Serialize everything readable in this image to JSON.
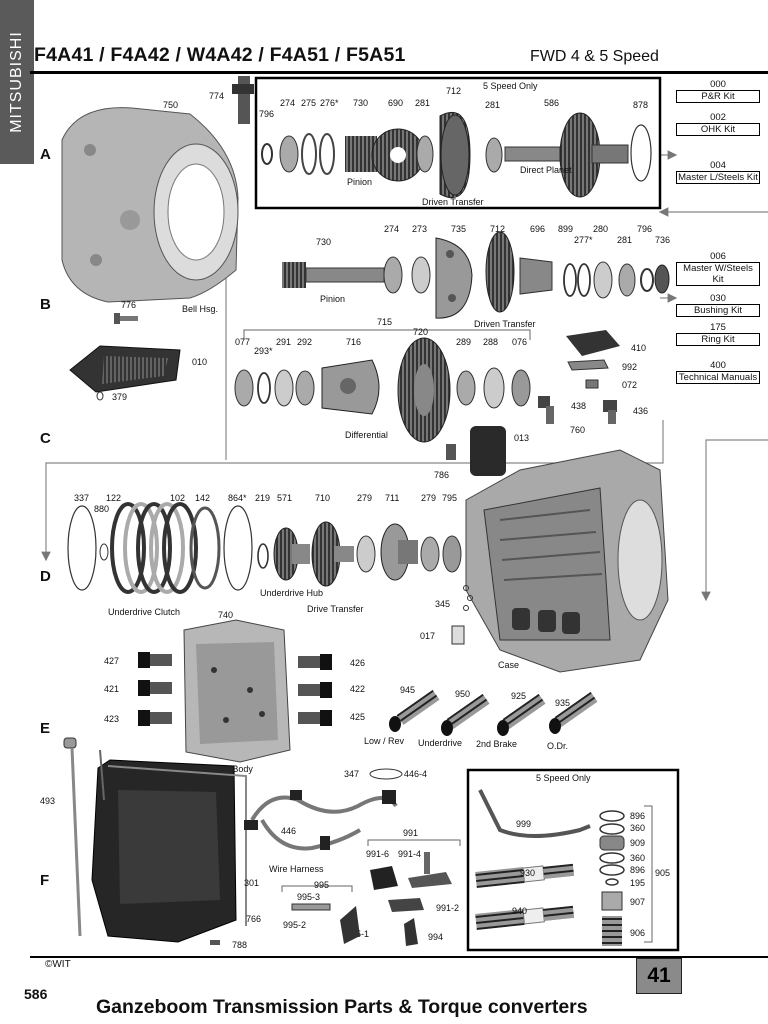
{
  "header": {
    "title": "F4A41 / F4A42 / W4A42 / F4A51 / F5A51",
    "subtitle": "FWD 4 & 5 Speed"
  },
  "side_tab": {
    "label": "MITSUBISHI"
  },
  "sections": [
    "A",
    "B",
    "C",
    "D",
    "E",
    "F"
  ],
  "kits": [
    {
      "num": "000",
      "label": "P&R Kit"
    },
    {
      "num": "002",
      "label": "OHK Kit"
    },
    {
      "num": "004",
      "label": "Master L/Steels Kit"
    },
    {
      "num": "006",
      "label": "Master W/Steels Kit"
    },
    {
      "num": "030",
      "label": "Bushing Kit"
    },
    {
      "num": "175",
      "label": "Ring Kit"
    },
    {
      "num": "400",
      "label": "Technical Manuals"
    }
  ],
  "boxes": {
    "top_title": "5 Speed Only",
    "bottom_title": "5 Speed Only"
  },
  "callouts": {
    "row_a": [
      "796",
      "274",
      "275",
      "276*",
      "730",
      "690",
      "281",
      "712",
      "281",
      "586",
      "878",
      "750",
      "774"
    ],
    "row_a_labels": [
      "Pinion",
      "Driven Transfer",
      "Direct Planet"
    ],
    "row_b": [
      "730",
      "274",
      "273",
      "735",
      "712",
      "696",
      "899",
      "277*",
      "280",
      "281",
      "796",
      "736",
      "776",
      "010",
      "379"
    ],
    "row_b_labels": [
      "Pinion",
      "Driven Transfer",
      "Bell Hsg."
    ],
    "row_c": [
      "715",
      "720",
      "077",
      "293*",
      "291",
      "292",
      "716",
      "289",
      "288",
      "076",
      "410",
      "992",
      "072",
      "438",
      "436",
      "013",
      "786",
      "760"
    ],
    "row_c_labels": [
      "Differential"
    ],
    "row_d": [
      "337",
      "122",
      "880",
      "102",
      "142",
      "864*",
      "219",
      "571",
      "710",
      "279",
      "711",
      "279",
      "795",
      "345",
      "017"
    ],
    "row_d_labels": [
      "Underdrive Clutch",
      "Underdrive Hub",
      "Drive Transfer",
      "Case"
    ],
    "row_e": [
      "740",
      "427",
      "421",
      "423",
      "426",
      "422",
      "425",
      "945",
      "950",
      "925",
      "935"
    ],
    "row_e_labels": [
      "Valve Body",
      "Low / Rev",
      "Underdrive",
      "2nd Brake",
      "O.Dr."
    ],
    "row_f": [
      "493",
      "301",
      "766",
      "788",
      "347",
      "446-4",
      "446",
      "991",
      "991-6",
      "991-4",
      "995",
      "995-3",
      "995-2",
      "995-1",
      "991-2",
      "994"
    ],
    "row_f_labels": [
      "Wire Harness"
    ],
    "box_f": [
      "999",
      "930",
      "940",
      "896",
      "360",
      "909",
      "360",
      "896",
      "195",
      "905",
      "907",
      "906"
    ]
  },
  "footer": {
    "copyright": "©WIT",
    "page": "41",
    "ref": "586",
    "company": "Ganzeboom Transmission Parts & Torque converters"
  }
}
